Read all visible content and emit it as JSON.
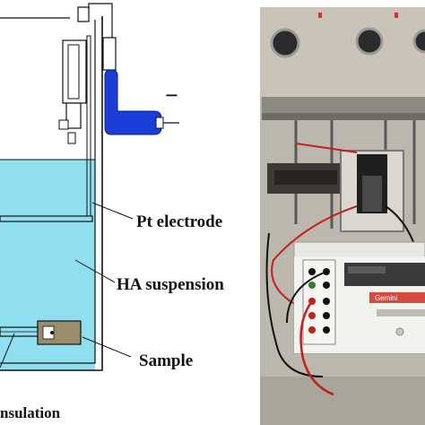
{
  "schematic": {
    "labels": {
      "pt_electrode": "Pt electrode",
      "ha_suspension": "HA suspension",
      "sample": "Sample",
      "insulation": "nsulation",
      "negative_sign": "−"
    },
    "colors": {
      "suspension": "#8fdff0",
      "electrode_blue": "#1b3fd6",
      "outline": "#111111"
    }
  },
  "photo": {
    "power_supply_brand": "Gemini",
    "colors": {
      "wall": "#bcb8ad",
      "device_body": "#e9e9e4",
      "lcd": "#3a3a3a",
      "brand_red": "#d44a3c"
    }
  }
}
